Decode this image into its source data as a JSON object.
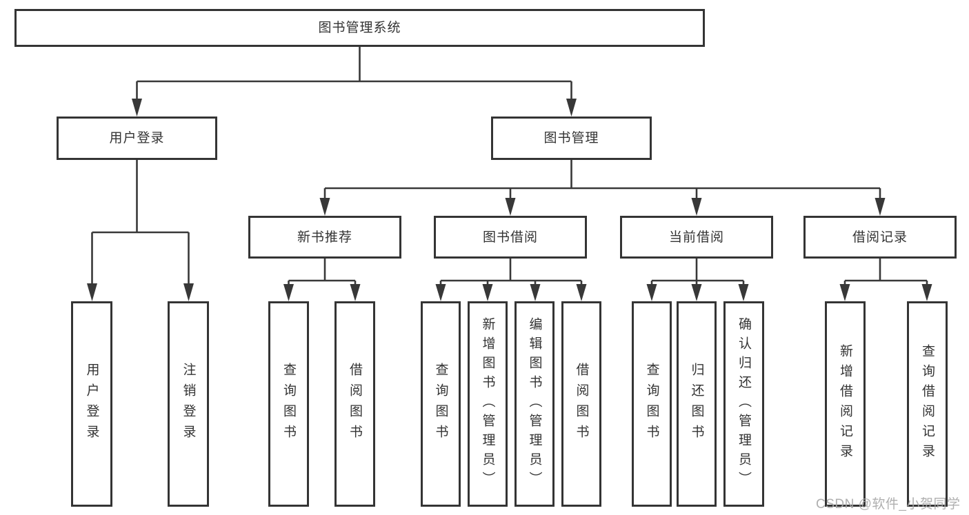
{
  "tree": {
    "root": {
      "label": "图书管理系统"
    },
    "branches": [
      {
        "label": "用户登录",
        "children": [
          {
            "label": "用户登录"
          },
          {
            "label": "注销登录"
          }
        ]
      },
      {
        "label": "图书管理",
        "children": [
          {
            "label": "新书推荐",
            "children": [
              {
                "label": "查询图书"
              },
              {
                "label": "借阅图书"
              }
            ]
          },
          {
            "label": "图书借阅",
            "children": [
              {
                "label": "查询图书"
              },
              {
                "label": "新增图书（管理员）"
              },
              {
                "label": "编辑图书（管理员）"
              },
              {
                "label": "借阅图书"
              }
            ]
          },
          {
            "label": "当前借阅",
            "children": [
              {
                "label": "查询图书"
              },
              {
                "label": "归还图书"
              },
              {
                "label": "确认归还（管理员）"
              }
            ]
          },
          {
            "label": "借阅记录",
            "children": [
              {
                "label": "新增借阅记录"
              },
              {
                "label": "查询借阅记录"
              }
            ]
          }
        ]
      }
    ]
  },
  "watermark": "CSDN @软件_小贺同学",
  "colors": {
    "line": "#383838",
    "box_border": "#343434",
    "box_fill": "#ffffff",
    "text": "#333333",
    "watermark": "#a8a8a8",
    "background": "#ffffff"
  }
}
